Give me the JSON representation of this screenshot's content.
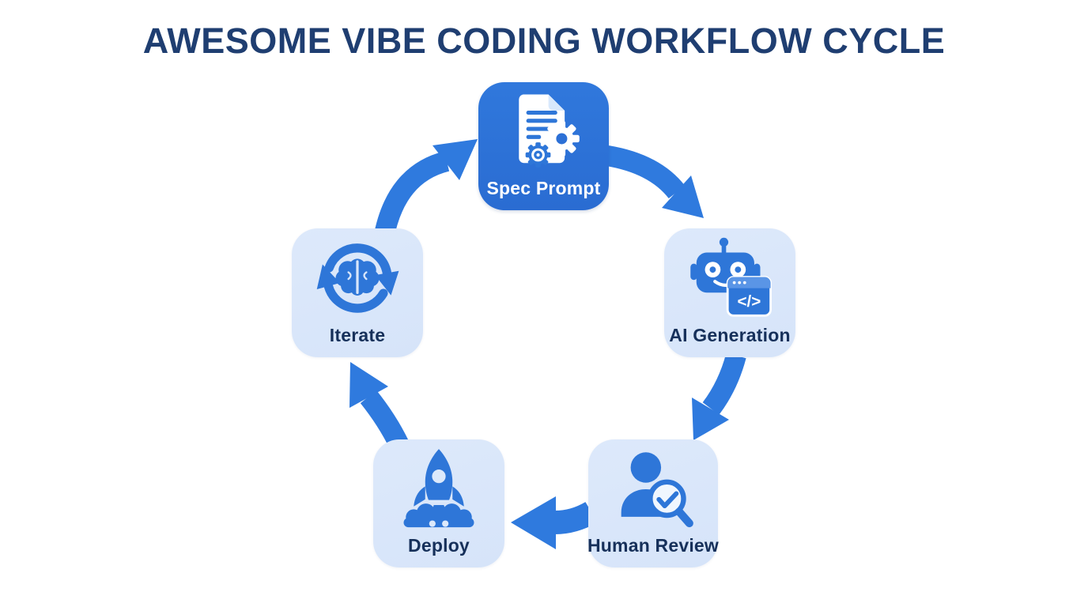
{
  "title": "AWESOME VIBE CODING WORKFLOW CYCLE",
  "nodes": [
    {
      "id": "spec-prompt",
      "label": "Spec Prompt",
      "icon": "document-gears-icon",
      "variant": "solid-blue"
    },
    {
      "id": "ai-generation",
      "label": "AI Generation",
      "icon": "robot-code-window-icon",
      "variant": "light-blue"
    },
    {
      "id": "human-review",
      "label": "Human Review",
      "icon": "person-magnifier-check-icon",
      "variant": "light-blue"
    },
    {
      "id": "deploy",
      "label": "Deploy",
      "icon": "rocket-launch-icon",
      "variant": "light-blue"
    },
    {
      "id": "iterate",
      "label": "Iterate",
      "icon": "brain-refresh-cycle-icon",
      "variant": "light-blue"
    }
  ],
  "arrows": [
    {
      "from": "spec-prompt",
      "to": "ai-generation"
    },
    {
      "from": "ai-generation",
      "to": "human-review"
    },
    {
      "from": "human-review",
      "to": "deploy"
    },
    {
      "from": "deploy",
      "to": "iterate"
    },
    {
      "from": "iterate",
      "to": "spec-prompt"
    }
  ],
  "icon_glyphs": {
    "code": "</>"
  },
  "colors": {
    "background": "#ffffff",
    "arrow_blue": "#2f7ade",
    "solid_box_blue": "#2c70d6",
    "light_box_blue": "#d8e6fa",
    "icon_blue": "#2e76d8",
    "title_navy": "#1f3e71",
    "label_navy": "#16305a",
    "label_on_blue": "#ffffff"
  }
}
